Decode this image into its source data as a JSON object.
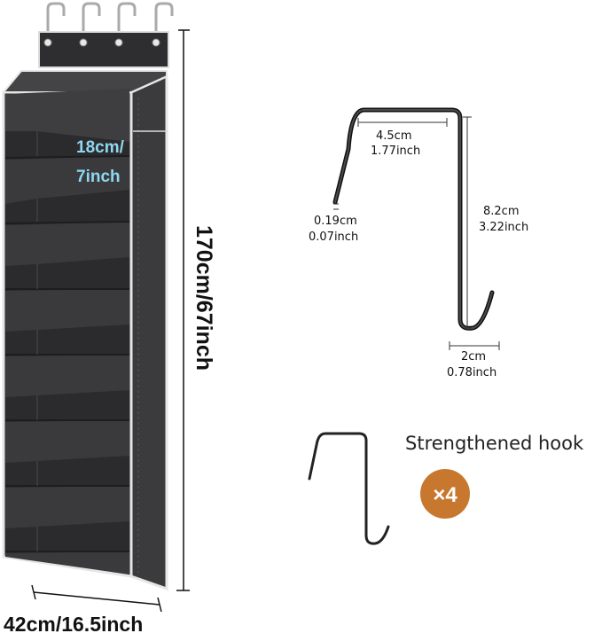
{
  "organizer": {
    "shelf_height_cm": "18cm/",
    "shelf_height_in": "7inch",
    "total_height": "170cm/67inch",
    "width": "42cm/16.5inch"
  },
  "hook_dimensions": {
    "top_width_cm": "4.5cm",
    "top_width_in": "1.77inch",
    "thickness_cm": "0.19cm",
    "thickness_in": "0.07inch",
    "height_cm": "8.2cm",
    "height_in": "3.22inch",
    "bottom_width_cm": "2cm",
    "bottom_width_in": "0.78inch"
  },
  "hook_pack": {
    "label": "Strengthened hook",
    "quantity": "×4"
  },
  "colors": {
    "fabric": "#2e2e30",
    "badge": "#c8782e",
    "shelf_label": "#8ed8f0"
  }
}
